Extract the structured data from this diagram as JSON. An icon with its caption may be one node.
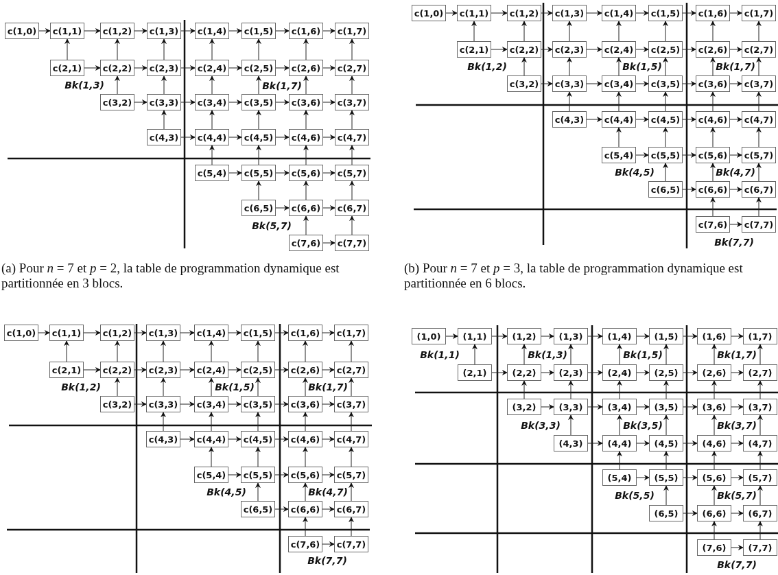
{
  "diagram": {
    "nodes": [
      {
        "text": [
          "c(1,0)"
        ]
      },
      {
        "text": [
          "c(1,1)"
        ]
      },
      {
        "text": [
          "c(1,2)"
        ]
      },
      {
        "text": [
          "c(1,3)"
        ]
      },
      {
        "text": [
          "c(1,4)"
        ]
      },
      {
        "text": [
          "c(1,5)"
        ]
      },
      {
        "text": [
          "c(1,6)"
        ]
      },
      {
        "text": [
          "c(1,7)"
        ]
      },
      {
        "text": [
          "c(2,1)"
        ]
      },
      {
        "text": [
          "c(2,2)"
        ]
      },
      {
        "text": [
          "c(2,3)"
        ]
      },
      {
        "text": [
          "c(2,4)"
        ]
      },
      {
        "text": [
          "c(2,5)"
        ]
      },
      {
        "text": [
          "c(2,6)"
        ]
      },
      {
        "text": [
          "c(2,7)"
        ]
      },
      {
        "text": [
          "c(3,2)"
        ]
      },
      {
        "text": [
          "c(3,3)"
        ]
      },
      {
        "text": [
          "c(3,4)"
        ]
      },
      {
        "text": [
          "c(3,5)"
        ]
      },
      {
        "text": [
          "c(3,6)"
        ]
      },
      {
        "text": [
          "c(3,7)"
        ]
      },
      {
        "text": [
          "c(4,3)"
        ]
      },
      {
        "text": [
          "c(4,4)"
        ]
      },
      {
        "text": [
          "c(4,5)"
        ]
      },
      {
        "text": [
          "c(4,6)"
        ]
      },
      {
        "text": [
          "c(4,7)"
        ]
      },
      {
        "text": [
          "c(5,4)"
        ]
      },
      {
        "text": [
          "c(5,5)"
        ]
      },
      {
        "text": [
          "c(5,6)"
        ]
      },
      {
        "text": [
          "c(5,7)"
        ]
      },
      {
        "text": [
          "c(6,5)"
        ]
      },
      {
        "text": [
          "c(6,6)"
        ]
      },
      {
        "text": [
          "c(6,7)"
        ]
      },
      {
        "text": [
          "c(7,6)"
        ]
      },
      {
        "text": [
          "c(7,7)"
        ]
      },
      {
        "text": [
          "c(1,0)"
        ]
      },
      {
        "text": [
          "c(1,1)"
        ]
      },
      {
        "text": [
          "c(1,2)"
        ]
      },
      {
        "text": [
          "c(1,3)"
        ]
      },
      {
        "text": [
          "c(1,4)"
        ]
      },
      {
        "text": [
          "c(1,5)"
        ]
      },
      {
        "text": [
          "c(1,6)"
        ]
      },
      {
        "text": [
          "c(1,7)"
        ]
      },
      {
        "text": [
          "c(2,1)"
        ]
      },
      {
        "text": [
          "c(2,2)"
        ]
      },
      {
        "text": [
          "c(2,3)"
        ]
      },
      {
        "text": [
          "c(2,4)"
        ]
      },
      {
        "text": [
          "c(2,5)"
        ]
      },
      {
        "text": [
          "c(2,6)"
        ]
      },
      {
        "text": [
          "c(2,7)"
        ]
      },
      {
        "text": [
          "c(3,2)"
        ]
      },
      {
        "text": [
          "c(3,3)"
        ]
      },
      {
        "text": [
          "c(3,4)"
        ]
      },
      {
        "text": [
          "c(3,5)"
        ]
      },
      {
        "text": [
          "c(3,6)"
        ]
      },
      {
        "text": [
          "c(3,7)"
        ]
      },
      {
        "text": [
          "c(4,3)"
        ]
      },
      {
        "text": [
          "c(4,4)"
        ]
      },
      {
        "text": [
          "c(4,5)"
        ]
      },
      {
        "text": [
          "c(4,6)"
        ]
      },
      {
        "text": [
          "c(4,7)"
        ]
      },
      {
        "text": [
          "c(5,4)"
        ]
      },
      {
        "text": [
          "c(5,5)"
        ]
      },
      {
        "text": [
          "c(5,6)"
        ]
      },
      {
        "text": [
          "c(5,7)"
        ]
      },
      {
        "text": [
          "c(6,5)"
        ]
      },
      {
        "text": [
          "c(6,6)"
        ]
      },
      {
        "text": [
          "c(6,7)"
        ]
      },
      {
        "text": [
          "c(7,6)"
        ]
      },
      {
        "text": [
          "c(7,7)"
        ]
      },
      {
        "text": [
          "c(1,0)"
        ]
      },
      {
        "text": [
          "c(1,1)"
        ]
      },
      {
        "text": [
          "c(1,2)"
        ]
      },
      {
        "text": [
          "c(1,3)"
        ]
      },
      {
        "text": [
          "c(1,4)"
        ]
      },
      {
        "text": [
          "c(1,5)"
        ]
      },
      {
        "text": [
          "c(1,6)"
        ]
      },
      {
        "text": [
          "c(1,7)"
        ]
      },
      {
        "text": [
          "c(2,1)"
        ]
      },
      {
        "text": [
          "c(2,2)"
        ]
      },
      {
        "text": [
          "c(2,3)"
        ]
      },
      {
        "text": [
          "c(2,4)"
        ]
      },
      {
        "text": [
          "c(2,5)"
        ]
      },
      {
        "text": [
          "c(2,6)"
        ]
      },
      {
        "text": [
          "c(2,7)"
        ]
      },
      {
        "text": [
          "c(3,2)"
        ]
      },
      {
        "text": [
          "c(3,3)"
        ]
      },
      {
        "text": [
          "c(3,4)"
        ]
      },
      {
        "text": [
          "c(3,5)"
        ]
      },
      {
        "text": [
          "c(3,6)"
        ]
      },
      {
        "text": [
          "c(3,7)"
        ]
      },
      {
        "text": [
          "c(4,3)"
        ]
      },
      {
        "text": [
          "c(4,4)"
        ]
      },
      {
        "text": [
          "c(4,5)"
        ]
      },
      {
        "text": [
          "c(4,6)"
        ]
      },
      {
        "text": [
          "c(4,7)"
        ]
      },
      {
        "text": [
          "c(5,4)"
        ]
      },
      {
        "text": [
          "c(5,5)"
        ]
      },
      {
        "text": [
          "c(5,6)"
        ]
      },
      {
        "text": [
          "c(5,7)"
        ]
      },
      {
        "text": [
          "c(6,5)"
        ]
      },
      {
        "text": [
          "c(6,6)"
        ]
      },
      {
        "text": [
          "c(6,7)"
        ]
      },
      {
        "text": [
          "c(7,6)"
        ]
      },
      {
        "text": [
          "c(7,7)"
        ]
      },
      {
        "text": [
          "(1,0)"
        ]
      },
      {
        "text": [
          "(1,1)"
        ]
      },
      {
        "text": [
          "(1,2)"
        ]
      },
      {
        "text": [
          "(1,3)"
        ]
      },
      {
        "text": [
          "(1,4)"
        ]
      },
      {
        "text": [
          "(1,5)"
        ]
      },
      {
        "text": [
          "(1,6)"
        ]
      },
      {
        "text": [
          "(1,7)"
        ]
      },
      {
        "text": [
          "(2,1)"
        ]
      },
      {
        "text": [
          "(2,2)"
        ]
      },
      {
        "text": [
          "(2,3)"
        ]
      },
      {
        "text": [
          "(2,4)"
        ]
      },
      {
        "text": [
          "(2,5)"
        ]
      },
      {
        "text": [
          "(2,6)"
        ]
      },
      {
        "text": [
          "(2,7)"
        ]
      },
      {
        "text": [
          "(3,2)"
        ]
      },
      {
        "text": [
          "(3,3)"
        ]
      },
      {
        "text": [
          "(3,4)"
        ]
      },
      {
        "text": [
          "(3,5)"
        ]
      },
      {
        "text": [
          "(3,6)"
        ]
      },
      {
        "text": [
          "(3,7)"
        ]
      },
      {
        "text": [
          "(4,3)"
        ]
      },
      {
        "text": [
          "(4,4)"
        ]
      },
      {
        "text": [
          "(4,5)"
        ]
      },
      {
        "text": [
          "(4,6)"
        ]
      },
      {
        "text": [
          "(4,7)"
        ]
      },
      {
        "text": [
          "(5,4)"
        ]
      },
      {
        "text": [
          "(5,5)"
        ]
      },
      {
        "text": [
          "(5,6)"
        ]
      },
      {
        "text": [
          "(5,7)"
        ]
      },
      {
        "text": [
          "(6,5)"
        ]
      },
      {
        "text": [
          "(6,6)"
        ]
      },
      {
        "text": [
          "(6,7)"
        ]
      },
      {
        "text": [
          "(7,6)"
        ]
      },
      {
        "text": [
          "(7,7)"
        ]
      }
    ],
    "edges": [
      {
        "from": 0,
        "to": 1,
        "arrow": "to"
      },
      {
        "from": 1,
        "to": 2,
        "arrow": "to"
      },
      {
        "from": 2,
        "to": 3,
        "arrow": "to"
      },
      {
        "from": 3,
        "to": 4,
        "arrow": "to"
      },
      {
        "from": 4,
        "to": 5,
        "arrow": "to"
      },
      {
        "from": 5,
        "to": 6,
        "arrow": "to"
      },
      {
        "from": 6,
        "to": 7,
        "arrow": "to"
      },
      {
        "from": 8,
        "to": 9,
        "arrow": "to"
      },
      {
        "from": 9,
        "to": 10,
        "arrow": "to"
      },
      {
        "from": 10,
        "to": 11,
        "arrow": "to"
      },
      {
        "from": 11,
        "to": 12,
        "arrow": "to"
      },
      {
        "from": 12,
        "to": 13,
        "arrow": "to"
      },
      {
        "from": 13,
        "to": 14,
        "arrow": "to"
      },
      {
        "from": 15,
        "to": 16,
        "arrow": "to"
      },
      {
        "from": 16,
        "to": 17,
        "arrow": "to"
      },
      {
        "from": 17,
        "to": 18,
        "arrow": "to"
      },
      {
        "from": 18,
        "to": 19,
        "arrow": "to"
      },
      {
        "from": 19,
        "to": 20,
        "arrow": "to"
      },
      {
        "from": 21,
        "to": 22,
        "arrow": "to"
      },
      {
        "from": 22,
        "to": 23,
        "arrow": "to"
      },
      {
        "from": 23,
        "to": 24,
        "arrow": "to"
      },
      {
        "from": 24,
        "to": 25,
        "arrow": "to"
      },
      {
        "from": 26,
        "to": 27,
        "arrow": "to"
      },
      {
        "from": 27,
        "to": 28,
        "arrow": "to"
      },
      {
        "from": 28,
        "to": 29,
        "arrow": "to"
      },
      {
        "from": 30,
        "to": 31,
        "arrow": "to"
      },
      {
        "from": 31,
        "to": 32,
        "arrow": "to"
      },
      {
        "from": 33,
        "to": 34,
        "arrow": "to"
      },
      {
        "from": 8,
        "to": 1,
        "arrow": "to"
      },
      {
        "from": 9,
        "to": 2,
        "arrow": "to"
      },
      {
        "from": 10,
        "to": 3,
        "arrow": "to"
      },
      {
        "from": 11,
        "to": 4,
        "arrow": "to"
      },
      {
        "from": 12,
        "to": 5,
        "arrow": "to"
      },
      {
        "from": 13,
        "to": 6,
        "arrow": "to"
      },
      {
        "from": 14,
        "to": 7,
        "arrow": "to"
      },
      {
        "from": 15,
        "to": 9,
        "arrow": "to"
      },
      {
        "from": 16,
        "to": 10,
        "arrow": "to"
      },
      {
        "from": 17,
        "to": 11,
        "arrow": "to"
      },
      {
        "from": 18,
        "to": 12,
        "arrow": "to"
      },
      {
        "from": 19,
        "to": 13,
        "arrow": "to"
      },
      {
        "from": 20,
        "to": 14,
        "arrow": "to"
      },
      {
        "from": 21,
        "to": 16,
        "arrow": "to"
      },
      {
        "from": 22,
        "to": 17,
        "arrow": "to"
      },
      {
        "from": 23,
        "to": 18,
        "arrow": "to"
      },
      {
        "from": 24,
        "to": 19,
        "arrow": "to"
      },
      {
        "from": 25,
        "to": 20,
        "arrow": "to"
      },
      {
        "from": 26,
        "to": 22,
        "arrow": "to"
      },
      {
        "from": 27,
        "to": 23,
        "arrow": "to"
      },
      {
        "from": 28,
        "to": 24,
        "arrow": "to"
      },
      {
        "from": 29,
        "to": 25,
        "arrow": "to"
      },
      {
        "from": 30,
        "to": 27,
        "arrow": "to"
      },
      {
        "from": 31,
        "to": 28,
        "arrow": "to"
      },
      {
        "from": 32,
        "to": 29,
        "arrow": "to"
      },
      {
        "from": 33,
        "to": 31,
        "arrow": "to"
      },
      {
        "from": 34,
        "to": 32,
        "arrow": "to"
      },
      {
        "from": 35,
        "to": 36,
        "arrow": "to"
      },
      {
        "from": 36,
        "to": 37,
        "arrow": "to"
      },
      {
        "from": 37,
        "to": 38,
        "arrow": "to"
      },
      {
        "from": 38,
        "to": 39,
        "arrow": "to"
      },
      {
        "from": 39,
        "to": 40,
        "arrow": "to"
      },
      {
        "from": 40,
        "to": 41,
        "arrow": "to"
      },
      {
        "from": 41,
        "to": 42,
        "arrow": "to"
      },
      {
        "from": 43,
        "to": 44,
        "arrow": "to"
      },
      {
        "from": 44,
        "to": 45,
        "arrow": "to"
      },
      {
        "from": 45,
        "to": 46,
        "arrow": "to"
      },
      {
        "from": 46,
        "to": 47,
        "arrow": "to"
      },
      {
        "from": 47,
        "to": 48,
        "arrow": "to"
      },
      {
        "from": 48,
        "to": 49,
        "arrow": "to"
      },
      {
        "from": 50,
        "to": 51,
        "arrow": "to"
      },
      {
        "from": 51,
        "to": 52,
        "arrow": "to"
      },
      {
        "from": 52,
        "to": 53,
        "arrow": "to"
      },
      {
        "from": 53,
        "to": 54,
        "arrow": "to"
      },
      {
        "from": 54,
        "to": 55,
        "arrow": "to"
      },
      {
        "from": 56,
        "to": 57,
        "arrow": "to"
      },
      {
        "from": 57,
        "to": 58,
        "arrow": "to"
      },
      {
        "from": 58,
        "to": 59,
        "arrow": "to"
      },
      {
        "from": 59,
        "to": 60,
        "arrow": "to"
      },
      {
        "from": 61,
        "to": 62,
        "arrow": "to"
      },
      {
        "from": 62,
        "to": 63,
        "arrow": "to"
      },
      {
        "from": 63,
        "to": 64,
        "arrow": "to"
      },
      {
        "from": 65,
        "to": 66,
        "arrow": "to"
      },
      {
        "from": 66,
        "to": 67,
        "arrow": "to"
      },
      {
        "from": 68,
        "to": 69,
        "arrow": "to"
      },
      {
        "from": 43,
        "to": 36,
        "arrow": "to"
      },
      {
        "from": 44,
        "to": 37,
        "arrow": "to"
      },
      {
        "from": 45,
        "to": 38,
        "arrow": "to"
      },
      {
        "from": 46,
        "to": 39,
        "arrow": "to"
      },
      {
        "from": 47,
        "to": 40,
        "arrow": "to"
      },
      {
        "from": 48,
        "to": 41,
        "arrow": "to"
      },
      {
        "from": 49,
        "to": 42,
        "arrow": "to"
      },
      {
        "from": 50,
        "to": 44,
        "arrow": "to"
      },
      {
        "from": 51,
        "to": 45,
        "arrow": "to"
      },
      {
        "from": 52,
        "to": 46,
        "arrow": "to"
      },
      {
        "from": 53,
        "to": 47,
        "arrow": "to"
      },
      {
        "from": 54,
        "to": 48,
        "arrow": "to"
      },
      {
        "from": 55,
        "to": 49,
        "arrow": "to"
      },
      {
        "from": 56,
        "to": 51,
        "arrow": "to"
      },
      {
        "from": 57,
        "to": 52,
        "arrow": "to"
      },
      {
        "from": 58,
        "to": 53,
        "arrow": "to"
      },
      {
        "from": 59,
        "to": 54,
        "arrow": "to"
      },
      {
        "from": 60,
        "to": 55,
        "arrow": "to"
      },
      {
        "from": 61,
        "to": 57,
        "arrow": "to"
      },
      {
        "from": 62,
        "to": 58,
        "arrow": "to"
      },
      {
        "from": 63,
        "to": 59,
        "arrow": "to"
      },
      {
        "from": 64,
        "to": 60,
        "arrow": "to"
      },
      {
        "from": 65,
        "to": 62,
        "arrow": "to"
      },
      {
        "from": 66,
        "to": 63,
        "arrow": "to"
      },
      {
        "from": 67,
        "to": 64,
        "arrow": "to"
      },
      {
        "from": 68,
        "to": 66,
        "arrow": "to"
      },
      {
        "from": 69,
        "to": 67,
        "arrow": "to"
      },
      {
        "from": 70,
        "to": 71,
        "arrow": "to"
      },
      {
        "from": 71,
        "to": 72,
        "arrow": "to"
      },
      {
        "from": 72,
        "to": 73,
        "arrow": "to"
      },
      {
        "from": 73,
        "to": 74,
        "arrow": "to"
      },
      {
        "from": 74,
        "to": 75,
        "arrow": "to"
      },
      {
        "from": 75,
        "to": 76,
        "arrow": "to"
      },
      {
        "from": 76,
        "to": 77,
        "arrow": "to"
      },
      {
        "from": 78,
        "to": 79,
        "arrow": "to"
      },
      {
        "from": 79,
        "to": 80,
        "arrow": "to"
      },
      {
        "from": 80,
        "to": 81,
        "arrow": "to"
      },
      {
        "from": 81,
        "to": 82,
        "arrow": "to"
      },
      {
        "from": 82,
        "to": 83,
        "arrow": "to"
      },
      {
        "from": 83,
        "to": 84,
        "arrow": "to"
      },
      {
        "from": 85,
        "to": 86,
        "arrow": "to"
      },
      {
        "from": 86,
        "to": 87,
        "arrow": "to"
      },
      {
        "from": 87,
        "to": 88,
        "arrow": "to"
      },
      {
        "from": 88,
        "to": 89,
        "arrow": "to"
      },
      {
        "from": 89,
        "to": 90,
        "arrow": "to"
      },
      {
        "from": 91,
        "to": 92,
        "arrow": "to"
      },
      {
        "from": 92,
        "to": 93,
        "arrow": "to"
      },
      {
        "from": 93,
        "to": 94,
        "arrow": "to"
      },
      {
        "from": 94,
        "to": 95,
        "arrow": "to"
      },
      {
        "from": 96,
        "to": 97,
        "arrow": "to"
      },
      {
        "from": 97,
        "to": 98,
        "arrow": "to"
      },
      {
        "from": 98,
        "to": 99,
        "arrow": "to"
      },
      {
        "from": 100,
        "to": 101,
        "arrow": "to"
      },
      {
        "from": 101,
        "to": 102,
        "arrow": "to"
      },
      {
        "from": 103,
        "to": 104,
        "arrow": "to"
      },
      {
        "from": 78,
        "to": 71,
        "arrow": "to"
      },
      {
        "from": 79,
        "to": 72,
        "arrow": "to"
      },
      {
        "from": 80,
        "to": 73,
        "arrow": "to"
      },
      {
        "from": 81,
        "to": 74,
        "arrow": "to"
      },
      {
        "from": 82,
        "to": 75,
        "arrow": "to"
      },
      {
        "from": 83,
        "to": 76,
        "arrow": "to"
      },
      {
        "from": 84,
        "to": 77,
        "arrow": "to"
      },
      {
        "from": 85,
        "to": 79,
        "arrow": "to"
      },
      {
        "from": 86,
        "to": 80,
        "arrow": "to"
      },
      {
        "from": 87,
        "to": 81,
        "arrow": "to"
      },
      {
        "from": 88,
        "to": 82,
        "arrow": "to"
      },
      {
        "from": 89,
        "to": 83,
        "arrow": "to"
      },
      {
        "from": 90,
        "to": 84,
        "arrow": "to"
      },
      {
        "from": 91,
        "to": 86,
        "arrow": "to"
      },
      {
        "from": 92,
        "to": 87,
        "arrow": "to"
      },
      {
        "from": 93,
        "to": 88,
        "arrow": "to"
      },
      {
        "from": 94,
        "to": 89,
        "arrow": "to"
      },
      {
        "from": 95,
        "to": 90,
        "arrow": "to"
      },
      {
        "from": 96,
        "to": 92,
        "arrow": "to"
      },
      {
        "from": 97,
        "to": 93,
        "arrow": "to"
      },
      {
        "from": 98,
        "to": 94,
        "arrow": "to"
      },
      {
        "from": 99,
        "to": 95,
        "arrow": "to"
      },
      {
        "from": 100,
        "to": 97,
        "arrow": "to"
      },
      {
        "from": 101,
        "to": 98,
        "arrow": "to"
      },
      {
        "from": 102,
        "to": 99,
        "arrow": "to"
      },
      {
        "from": 103,
        "to": 101,
        "arrow": "to"
      },
      {
        "from": 104,
        "to": 102,
        "arrow": "to"
      },
      {
        "from": 105,
        "to": 106,
        "arrow": "to"
      },
      {
        "from": 106,
        "to": 107,
        "arrow": "to"
      },
      {
        "from": 107,
        "to": 108,
        "arrow": "to"
      },
      {
        "from": 108,
        "to": 109,
        "arrow": "to"
      },
      {
        "from": 109,
        "to": 110,
        "arrow": "to"
      },
      {
        "from": 110,
        "to": 111,
        "arrow": "to"
      },
      {
        "from": 111,
        "to": 112,
        "arrow": "to"
      },
      {
        "from": 113,
        "to": 114,
        "arrow": "to"
      },
      {
        "from": 114,
        "to": 115,
        "arrow": "to"
      },
      {
        "from": 115,
        "to": 116,
        "arrow": "to"
      },
      {
        "from": 116,
        "to": 117,
        "arrow": "to"
      },
      {
        "from": 117,
        "to": 118,
        "arrow": "to"
      },
      {
        "from": 118,
        "to": 119,
        "arrow": "to"
      },
      {
        "from": 120,
        "to": 121,
        "arrow": "to"
      },
      {
        "from": 121,
        "to": 122,
        "arrow": "to"
      },
      {
        "from": 122,
        "to": 123,
        "arrow": "to"
      },
      {
        "from": 123,
        "to": 124,
        "arrow": "to"
      },
      {
        "from": 124,
        "to": 125,
        "arrow": "to"
      },
      {
        "from": 126,
        "to": 127,
        "arrow": "to"
      },
      {
        "from": 127,
        "to": 128,
        "arrow": "to"
      },
      {
        "from": 128,
        "to": 129,
        "arrow": "to"
      },
      {
        "from": 129,
        "to": 130,
        "arrow": "to"
      },
      {
        "from": 131,
        "to": 132,
        "arrow": "to"
      },
      {
        "from": 132,
        "to": 133,
        "arrow": "to"
      },
      {
        "from": 133,
        "to": 134,
        "arrow": "to"
      },
      {
        "from": 135,
        "to": 136,
        "arrow": "to"
      },
      {
        "from": 136,
        "to": 137,
        "arrow": "to"
      },
      {
        "from": 138,
        "to": 139,
        "arrow": "to"
      },
      {
        "from": 113,
        "to": 106,
        "arrow": "to"
      },
      {
        "from": 114,
        "to": 107,
        "arrow": "to"
      },
      {
        "from": 115,
        "to": 108,
        "arrow": "to"
      },
      {
        "from": 116,
        "to": 109,
        "arrow": "to"
      },
      {
        "from": 117,
        "to": 110,
        "arrow": "to"
      },
      {
        "from": 118,
        "to": 111,
        "arrow": "to"
      },
      {
        "from": 119,
        "to": 112,
        "arrow": "to"
      },
      {
        "from": 120,
        "to": 114,
        "arrow": "to"
      },
      {
        "from": 121,
        "to": 115,
        "arrow": "to"
      },
      {
        "from": 122,
        "to": 116,
        "arrow": "to"
      },
      {
        "from": 123,
        "to": 117,
        "arrow": "to"
      },
      {
        "from": 124,
        "to": 118,
        "arrow": "to"
      },
      {
        "from": 125,
        "to": 119,
        "arrow": "to"
      },
      {
        "from": 126,
        "to": 121,
        "arrow": "to"
      },
      {
        "from": 127,
        "to": 122,
        "arrow": "to"
      },
      {
        "from": 128,
        "to": 123,
        "arrow": "to"
      },
      {
        "from": 129,
        "to": 124,
        "arrow": "to"
      },
      {
        "from": 130,
        "to": 125,
        "arrow": "to"
      },
      {
        "from": 131,
        "to": 127,
        "arrow": "to"
      },
      {
        "from": 132,
        "to": 128,
        "arrow": "to"
      },
      {
        "from": 133,
        "to": 129,
        "arrow": "to"
      },
      {
        "from": 134,
        "to": 130,
        "arrow": "to"
      },
      {
        "from": 135,
        "to": 132,
        "arrow": "to"
      },
      {
        "from": 136,
        "to": 133,
        "arrow": "to"
      },
      {
        "from": 137,
        "to": 134,
        "arrow": "to"
      },
      {
        "from": 138,
        "to": 136,
        "arrow": "to"
      },
      {
        "from": 139,
        "to": 137,
        "arrow": "to"
      }
    ],
    "labels": [
      "Bk(1,3)",
      "Bk(1,7)",
      "Bk(5,7)",
      "(a) Pour *n* = 7 et *p* = 2, la table de programmation dynamique est partitionnée en 3 blocs.",
      "Bk(1,2)",
      "Bk(1,5)",
      "Bk(1,7)",
      "Bk(4,5)",
      "Bk(4,7)",
      "Bk(7,7)",
      "(b) Pour *n* = 7 et *p* = 3, la table de programmation dynamique est partitionnée en 6 blocs.",
      "Bk(1,2)",
      "Bk(1,5)",
      "Bk(1,7)",
      "Bk(4,5)",
      "Bk(4,7)",
      "Bk(7,7)",
      "Bk(1,1)",
      "Bk(1,3)",
      "Bk(1,5)",
      "Bk(1,7)",
      "Bk(3,3)",
      "Bk(3,5)",
      "Bk(3,7)",
      "Bk(5,5)",
      "Bk(5,7)",
      "Bk(7,7)"
    ]
  }
}
